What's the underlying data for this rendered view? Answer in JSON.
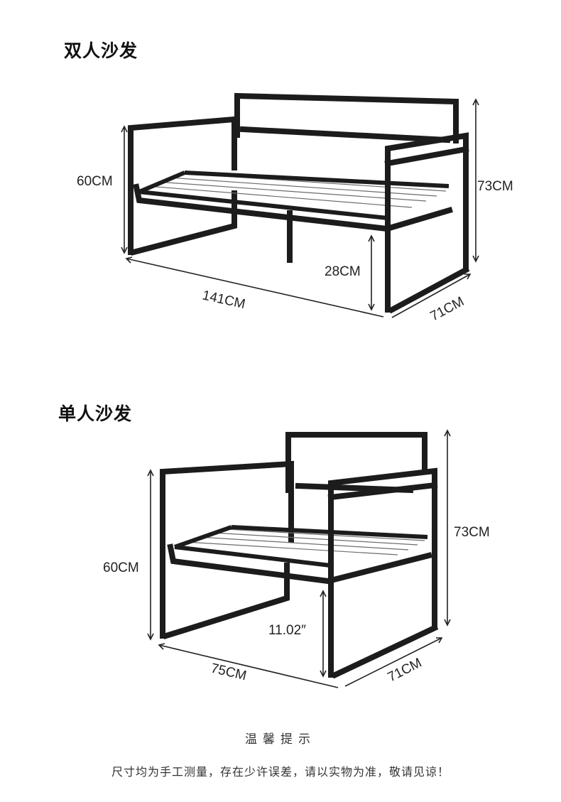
{
  "sections": [
    {
      "title": "双人沙发",
      "dimensions": {
        "arm_height": "60CM",
        "total_height": "73CM",
        "seat_clearance": "28CM",
        "width": "141CM",
        "depth": "71CM"
      }
    },
    {
      "title": "单人沙发",
      "dimensions": {
        "arm_height": "60CM",
        "total_height": "73CM",
        "seat_clearance": "11.02″",
        "width": "75CM",
        "depth": "71CM"
      }
    }
  ],
  "note": {
    "title": "温馨提示",
    "text": "尺寸均为手工测量，存在少许误差，请以实物为准，敬请见谅！"
  }
}
